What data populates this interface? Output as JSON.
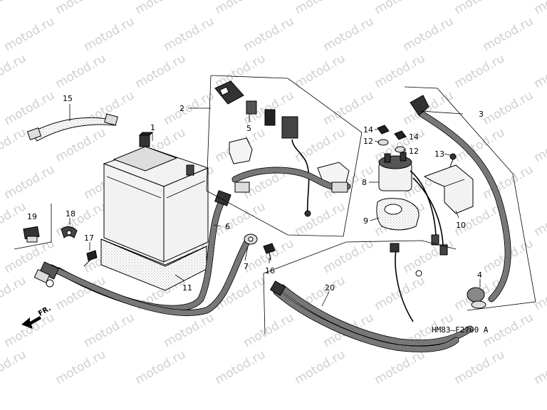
{
  "watermark": {
    "text": "motod.ru",
    "color": "#cfcfcf"
  },
  "diagram_code": "HM83—F2700 A",
  "front_marker": "FR.",
  "parts": [
    {
      "id": "p1",
      "number": "1"
    },
    {
      "id": "p2",
      "number": "2"
    },
    {
      "id": "p3",
      "number": "3"
    },
    {
      "id": "p4",
      "number": "4"
    },
    {
      "id": "p5",
      "number": "5"
    },
    {
      "id": "p6",
      "number": "6"
    },
    {
      "id": "p7",
      "number": "7"
    },
    {
      "id": "p8",
      "number": "8"
    },
    {
      "id": "p9",
      "number": "9"
    },
    {
      "id": "p10",
      "number": "10"
    },
    {
      "id": "p11",
      "number": "11"
    },
    {
      "id": "p12a",
      "number": "12"
    },
    {
      "id": "p12b",
      "number": "12"
    },
    {
      "id": "p13",
      "number": "13"
    },
    {
      "id": "p14a",
      "number": "14"
    },
    {
      "id": "p14b",
      "number": "14"
    },
    {
      "id": "p15",
      "number": "15"
    },
    {
      "id": "p16",
      "number": "16"
    },
    {
      "id": "p17",
      "number": "17"
    },
    {
      "id": "p18",
      "number": "18"
    },
    {
      "id": "p19",
      "number": "19"
    },
    {
      "id": "p20",
      "number": "20"
    }
  ]
}
